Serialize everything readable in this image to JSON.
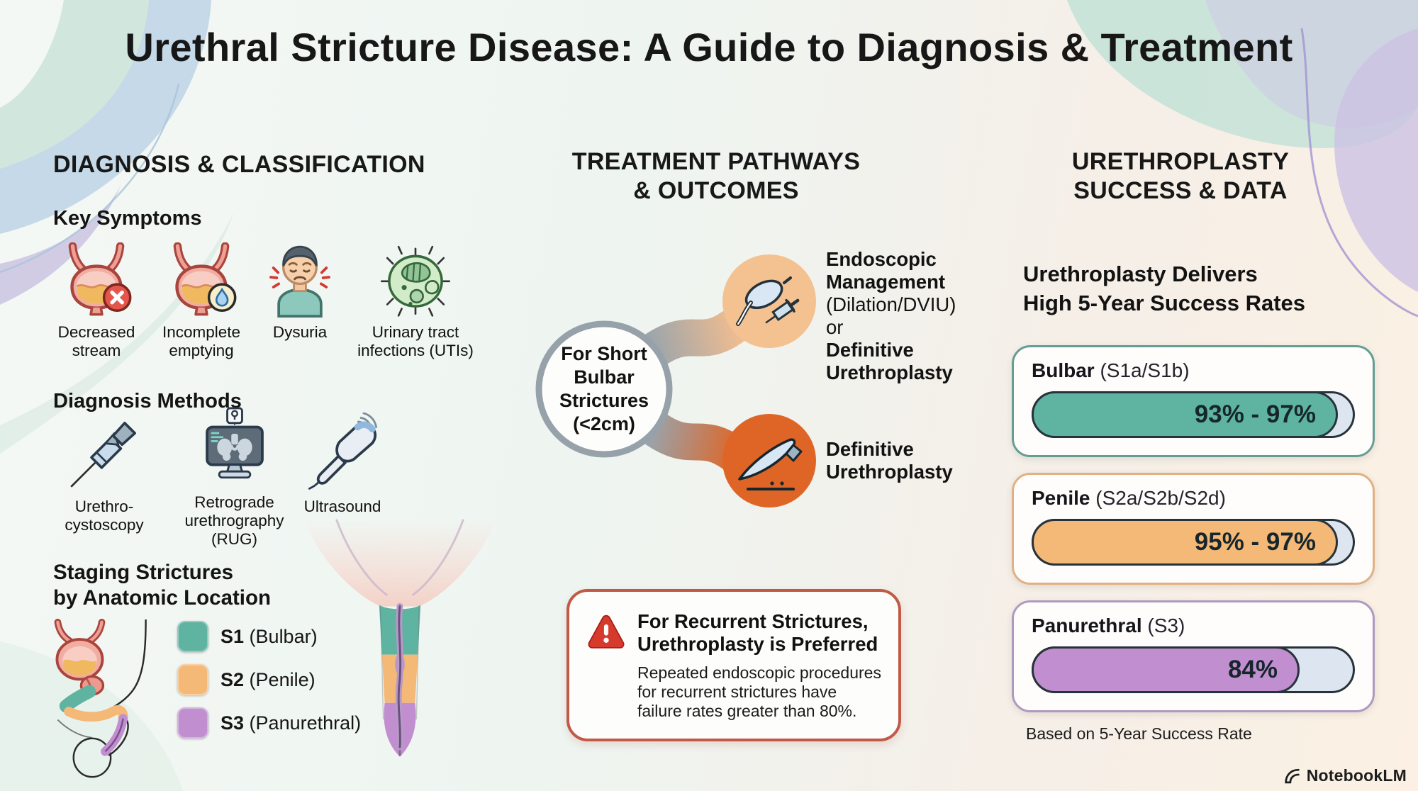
{
  "page": {
    "title": "Urethral Stricture Disease: A Guide to Diagnosis & Treatment",
    "brand": "NotebookLM"
  },
  "colors": {
    "teal": "#5fb3a1",
    "orange": "#f4b877",
    "purple": "#c18fcf",
    "deep_orange": "#df6526",
    "light_orange": "#f4c190",
    "warning_red": "#d63a2c"
  },
  "diagnosis": {
    "heading": "DIAGNOSIS & CLASSIFICATION",
    "symptoms": {
      "heading": "Key Symptoms",
      "items": [
        {
          "icon": "bladder-decreased-stream-icon",
          "label": "Decreased stream"
        },
        {
          "icon": "bladder-incomplete-emptying-icon",
          "label": "Incomplete emptying"
        },
        {
          "icon": "dysuria-person-icon",
          "label": "Dysuria"
        },
        {
          "icon": "uti-microbe-icon",
          "label": "Urinary tract infections (UTIs)"
        }
      ]
    },
    "methods": {
      "heading": "Diagnosis Methods",
      "items": [
        {
          "icon": "cystoscope-icon",
          "label": "Urethro-cystoscopy"
        },
        {
          "icon": "xray-monitor-icon",
          "label": "Retrograde urethrography (RUG)"
        },
        {
          "icon": "ultrasound-probe-icon",
          "label": "Ultrasound"
        }
      ]
    },
    "staging": {
      "heading_line1": "Staging Strictures",
      "heading_line2": "by Anatomic Location",
      "legend": [
        {
          "code": "S1",
          "label": "(Bulbar)",
          "color": "#5fb3a1"
        },
        {
          "code": "S2",
          "label": "(Penile)",
          "color": "#f4b877"
        },
        {
          "code": "S3",
          "label": "(Panurethral)",
          "color": "#c18fcf"
        }
      ]
    }
  },
  "treatment": {
    "heading_line1": "TREATMENT PATHWAYS",
    "heading_line2": "& OUTCOMES",
    "hub_label": "For Short Bulbar Strictures (<2cm)",
    "branch_top": {
      "icon": "balloon-catheter-icon",
      "line1": "Endoscopic Management",
      "line2": "(Dilation/DVIU)",
      "line3": "or",
      "line4": "Definitive Urethroplasty"
    },
    "branch_bottom": {
      "icon": "scalpel-icon",
      "label": "Definitive Urethroplasty"
    },
    "warning": {
      "icon": "warning-triangle-icon",
      "title": "For Recurrent Strictures, Urethroplasty is Preferred",
      "body": "Repeated endoscopic procedures for recurrent strictures have failure rates greater than 80%."
    }
  },
  "success": {
    "heading_line1": "URETHROPLASTY",
    "heading_line2": "SUCCESS & DATA",
    "subheading_line1": "Urethroplasty Delivers",
    "subheading_line2": "High 5-Year Success Rates",
    "caption": "Based on 5-Year Success Rate",
    "cards": [
      {
        "name": "Bulbar",
        "stage": "(S1a/S1b)",
        "value": "93% - 97%",
        "fill_pct": 96,
        "bar_color": "#5fb3a1",
        "border_color": "#649e92"
      },
      {
        "name": "Penile",
        "stage": "(S2a/S2b/S2d)",
        "value": "95% - 97%",
        "fill_pct": 96,
        "bar_color": "#f4b877",
        "border_color": "#e2b083"
      },
      {
        "name": "Panurethral",
        "stage": "(S3)",
        "value": "84%",
        "fill_pct": 84,
        "bar_color": "#c18fcf",
        "border_color": "#b099c0"
      }
    ]
  },
  "chart_data": {
    "type": "bar",
    "title": "Urethroplasty Delivers High 5-Year Success Rates",
    "categories": [
      "Bulbar (S1a/S1b)",
      "Penile (S2a/S2b/S2d)",
      "Panurethral (S3)"
    ],
    "values_pct_min": [
      93,
      95,
      84
    ],
    "values_pct_max": [
      97,
      97,
      84
    ],
    "unit": "%",
    "note": "Based on 5-Year Success Rate"
  }
}
